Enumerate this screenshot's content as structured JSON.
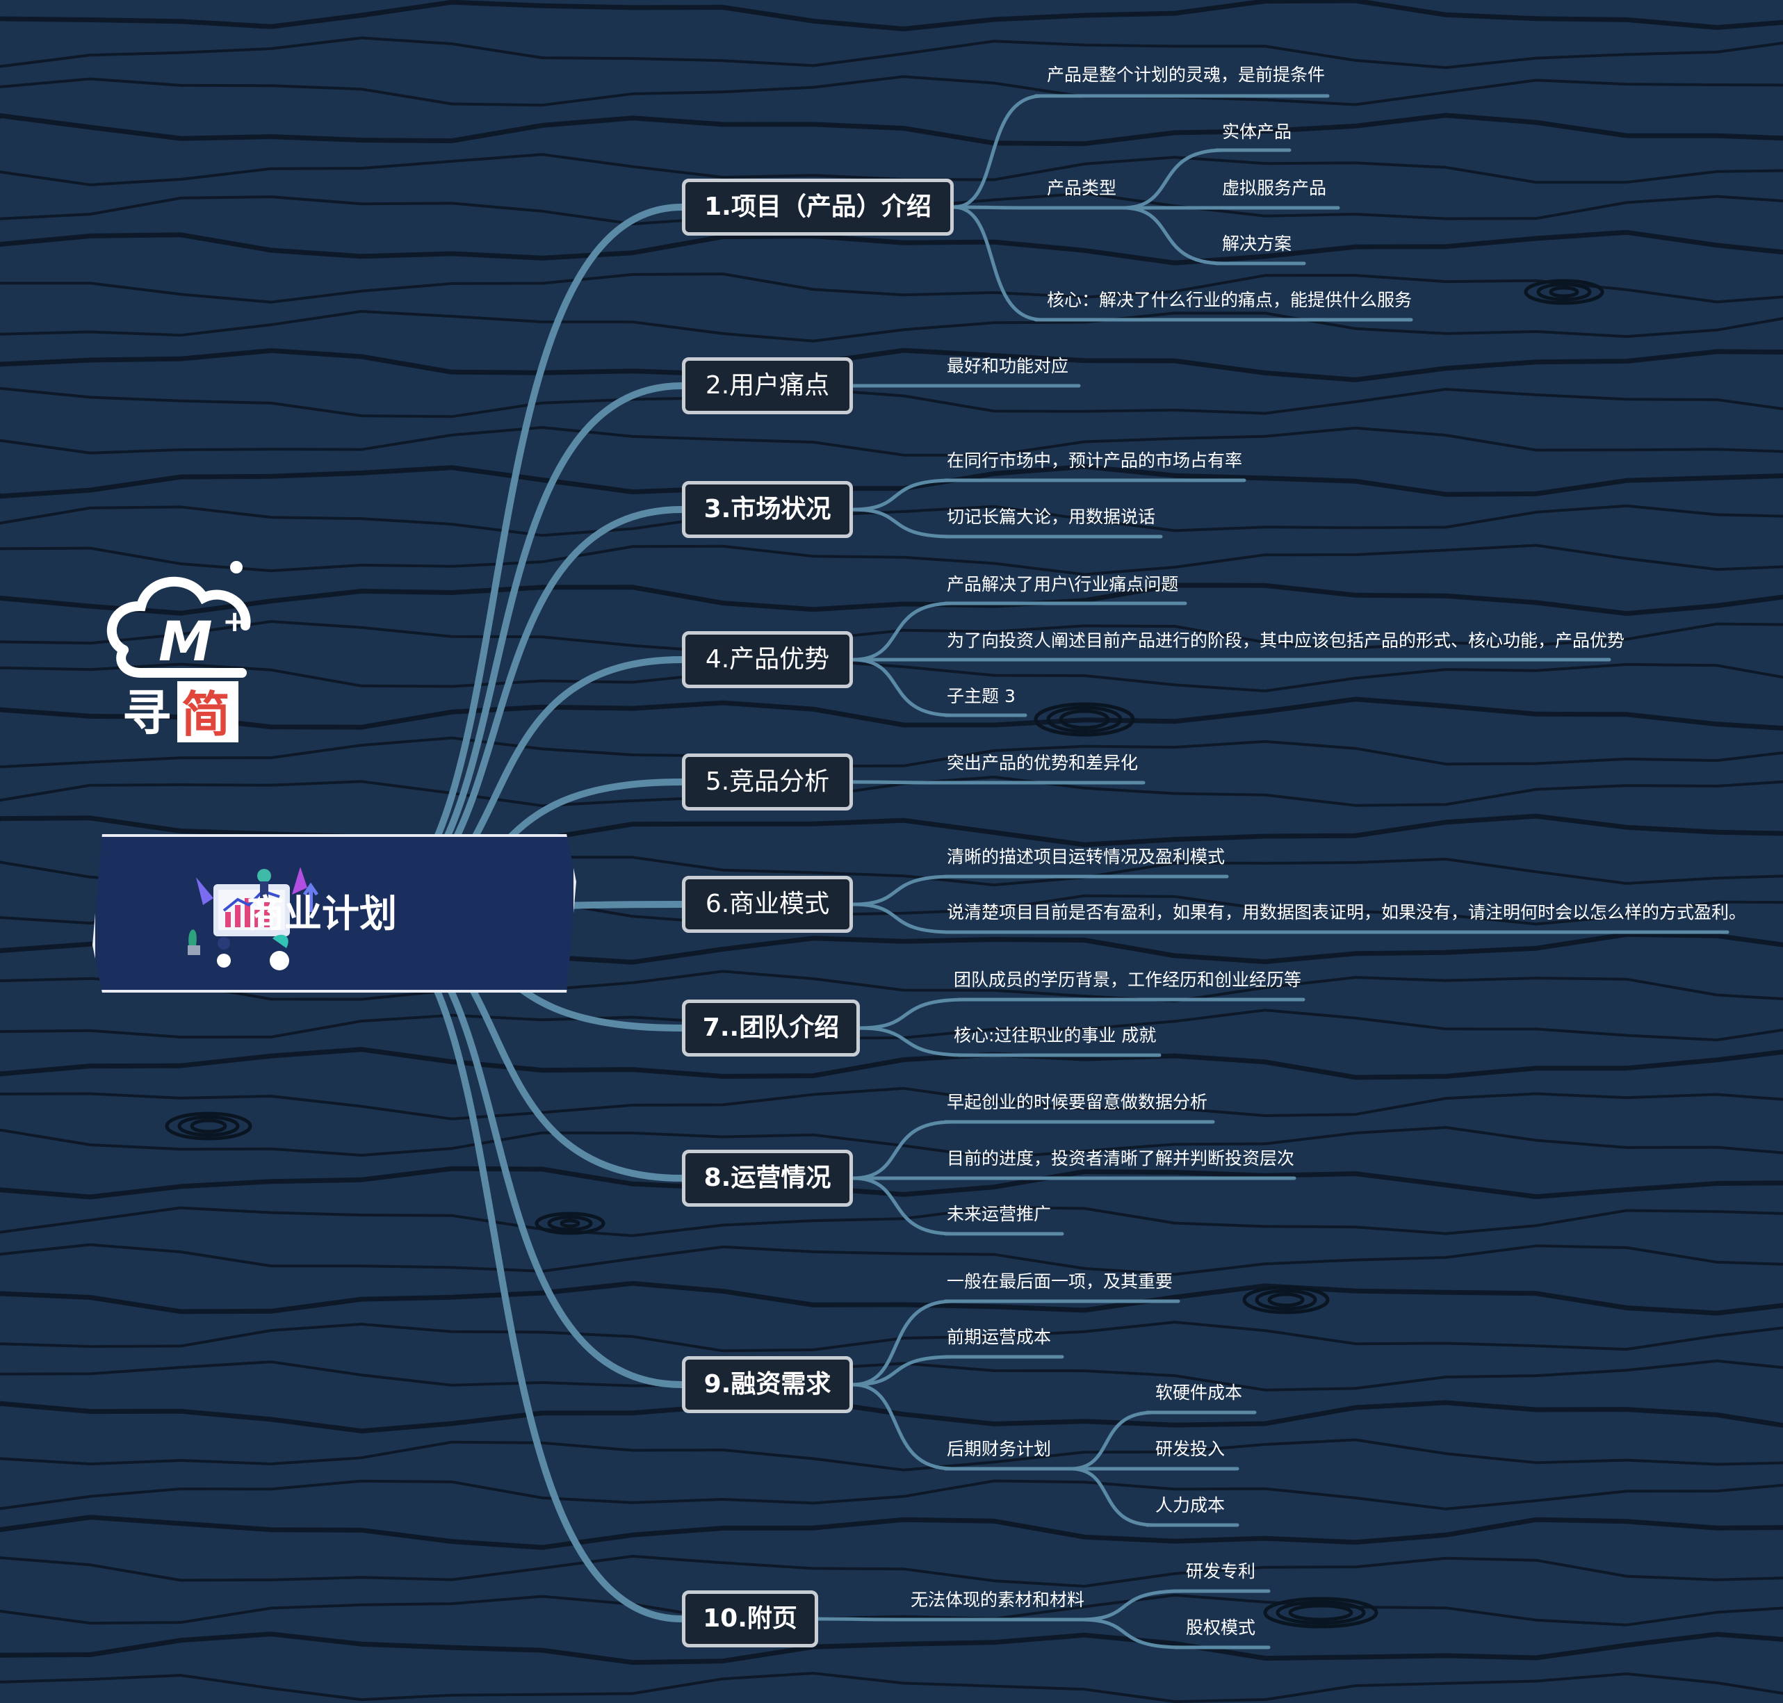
{
  "logo": {
    "mark_text": "M",
    "plus": "+",
    "brand_char_1": "寻",
    "brand_char_2": "简"
  },
  "root": {
    "title": "商业计划"
  },
  "topics": [
    {
      "label": "1.项目（产品）介绍",
      "children": [
        {
          "label": "产品是整个计划的灵魂，是前提条件"
        },
        {
          "label": "产品类型",
          "children": [
            {
              "label": "实体产品"
            },
            {
              "label": "虚拟服务产品"
            },
            {
              "label": "解决方案"
            }
          ]
        },
        {
          "label": "核心：解决了什么行业的痛点，能提供什么服务"
        }
      ]
    },
    {
      "label": "2.用户痛点",
      "children": [
        {
          "label": "最好和功能对应"
        }
      ]
    },
    {
      "label": "3.市场状况",
      "children": [
        {
          "label": "在同行市场中，预计产品的市场占有率"
        },
        {
          "label": "切记长篇大论，用数据说话"
        }
      ]
    },
    {
      "label": "4.产品优势",
      "children": [
        {
          "label": "产品解决了用户\\行业痛点问题"
        },
        {
          "label": "为了向投资人阐述目前产品进行的阶段，其中应该包括产品的形式、核心功能，产品优势"
        },
        {
          "label": "子主题 3"
        }
      ]
    },
    {
      "label": "5.竞品分析",
      "children": [
        {
          "label": "突出产品的优势和差异化"
        }
      ]
    },
    {
      "label": "6.商业模式",
      "children": [
        {
          "label": "清晰的描述项目运转情况及盈利模式"
        },
        {
          "label": "说清楚项目目前是否有盈利，如果有，用数据图表证明，如果没有，请注明何时会以怎么样的方式盈利。"
        }
      ]
    },
    {
      "label": "7..团队介绍",
      "children": [
        {
          "label": "团队成员的学历背景，工作经历和创业经历等"
        },
        {
          "label": "核心:过往职业的事业 成就"
        }
      ]
    },
    {
      "label": "8.运营情况",
      "children": [
        {
          "label": "早起创业的时候要留意做数据分析"
        },
        {
          "label": "目前的进度，投资者清晰了解并判断投资层次"
        },
        {
          "label": "未来运营推广"
        }
      ]
    },
    {
      "label": "9.融资需求",
      "children": [
        {
          "label": "一般在最后面一项，及其重要"
        },
        {
          "label": "前期运营成本"
        },
        {
          "label": "后期财务计划",
          "children": [
            {
              "label": "软硬件成本"
            },
            {
              "label": "研发投入"
            },
            {
              "label": "人力成本"
            }
          ]
        }
      ]
    },
    {
      "label": "10.附页",
      "children": [
        {
          "label": "无法体现的素材和材料",
          "children": [
            {
              "label": "研发专利"
            },
            {
              "label": "股权模式"
            }
          ]
        }
      ]
    }
  ],
  "colors": {
    "background": "#1c3350",
    "wood_grain": "#0a1522",
    "branch": "#5b8aa6",
    "node_border": "#c9ced5",
    "node_fill": "#1a2534",
    "root_fill": "#1b2f5e",
    "brand_red": "#e0463b"
  }
}
